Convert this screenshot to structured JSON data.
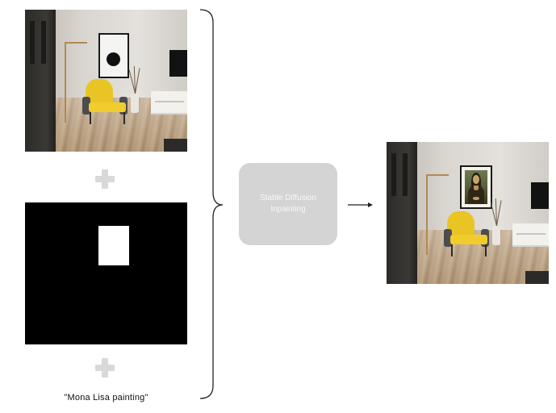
{
  "prompt_text": "\"Mona Lisa painting\"",
  "process": {
    "line1": "Stable Diffusion",
    "line2": "Inpainting"
  },
  "colors": {
    "mask_background": "#000000",
    "mask_region": "#ffffff",
    "process_box": "#d4d4d4",
    "process_text": "#f7f7f7",
    "plus_sign": "#d9d9d9",
    "chair": "#f0cd2c"
  },
  "icons": [
    "plus-icon",
    "plus-icon",
    "curly-brace",
    "arrow-right-icon"
  ]
}
